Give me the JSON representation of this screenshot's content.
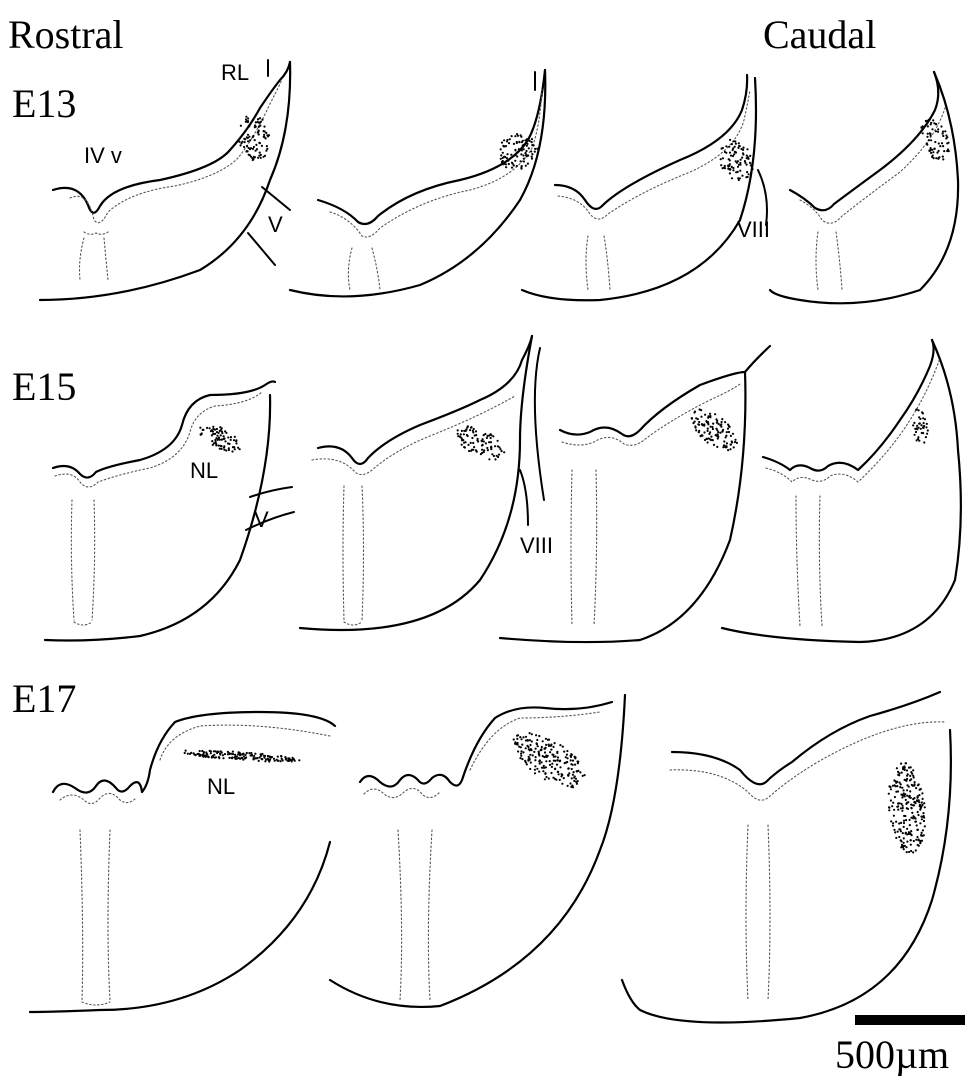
{
  "header": {
    "left": "Rostral",
    "right": "Caudal"
  },
  "rows": [
    {
      "stage": "E13"
    },
    {
      "stage": "E15"
    },
    {
      "stage": "E17"
    }
  ],
  "labels": {
    "e13_ventricle": "IV v",
    "e13_rl": "RL",
    "e13_nerve_v": "V",
    "e13_nerve_viii": "VIII",
    "e15_nl": "NL",
    "e15_nerve_v": "V",
    "e15_nerve_viii": "VIII",
    "e17_nl": "NL"
  },
  "scale_bar": {
    "label": "500µm"
  }
}
